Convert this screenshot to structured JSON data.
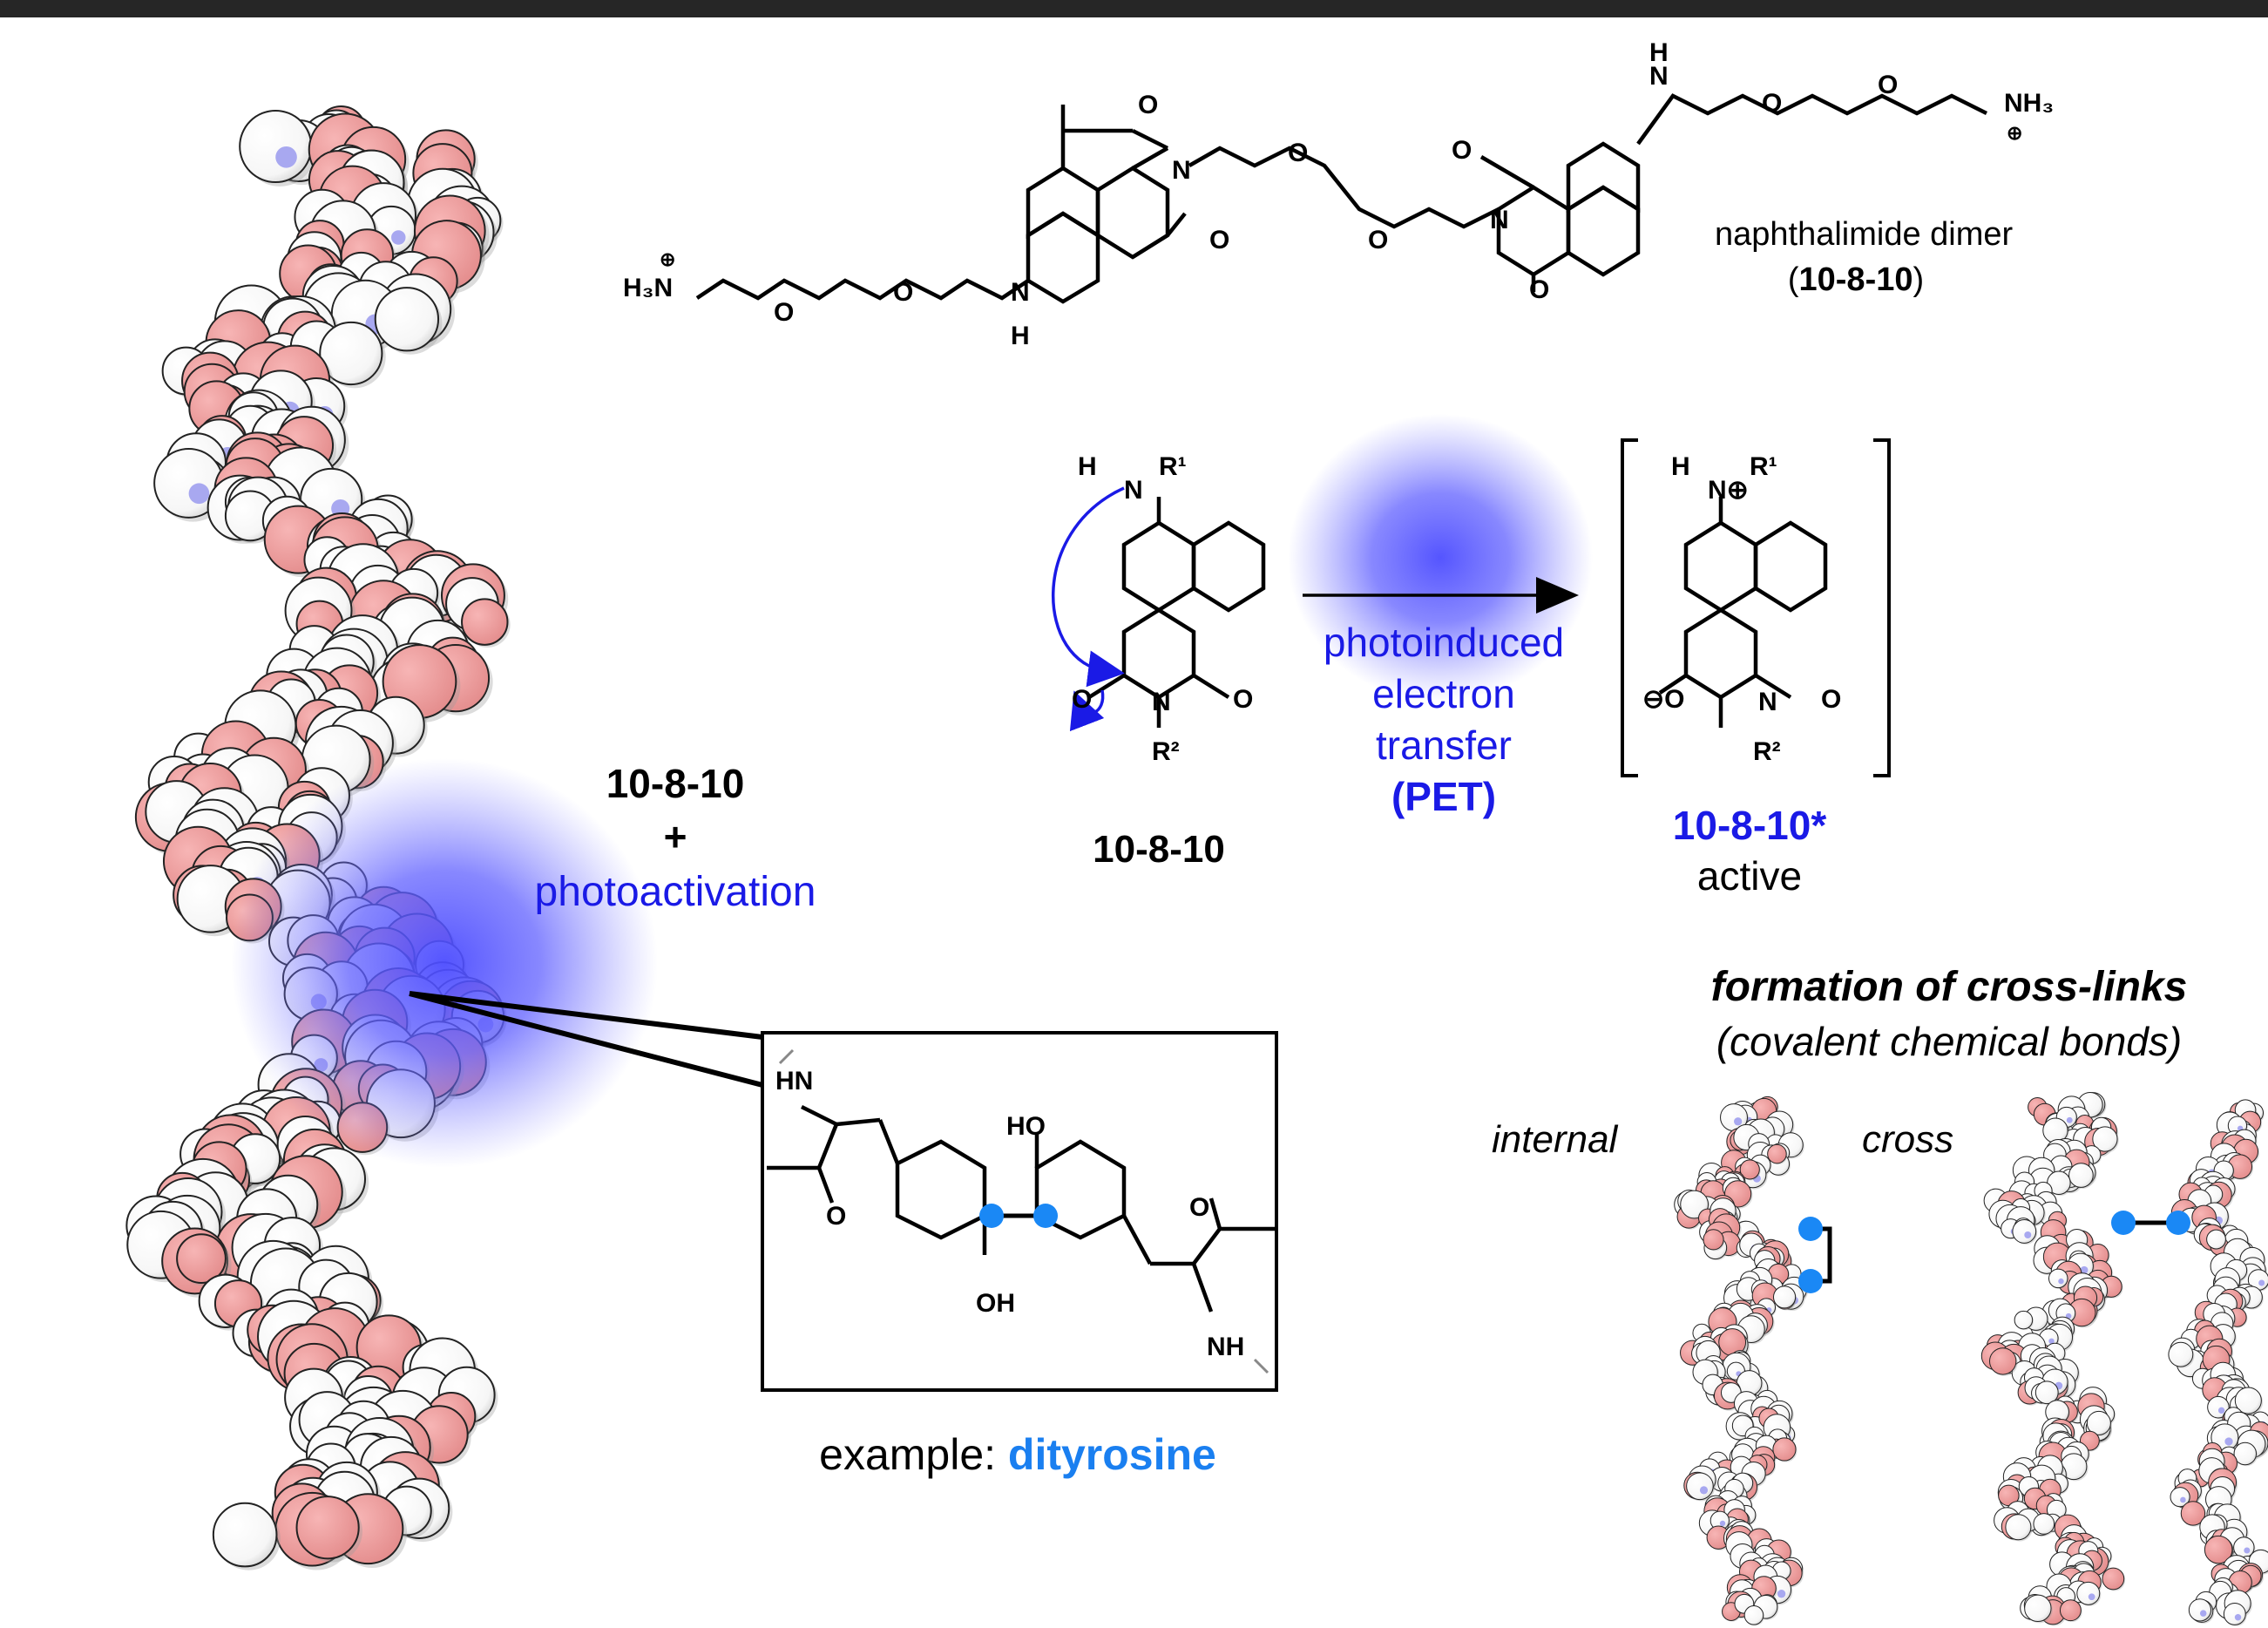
{
  "dimer": {
    "name": "naphthalimide dimer",
    "code_open": "(",
    "code": "10-8-10",
    "code_close": ")",
    "atoms": {
      "o": "O",
      "n": "N",
      "h": "H",
      "nh": "N",
      "nh_h": "H",
      "h3n": "H₃N",
      "nh3": "NH₃",
      "plus": "⊕"
    }
  },
  "reaction": {
    "reactant_label": "10-8-10",
    "arrow_label": [
      "photoinduced",
      "electron",
      "transfer",
      "(PET)"
    ],
    "product_label": "10-8-10*",
    "product_caption": "active",
    "atoms": {
      "h": "H",
      "n": "N",
      "r1": "R¹",
      "r2": "R²",
      "o": "O",
      "o_minus": "⊖O",
      "n_plus": "N⊕"
    }
  },
  "activation": {
    "line1": "10-8-10",
    "line2": "+",
    "line3": "photoactivation"
  },
  "dityrosine": {
    "atoms": {
      "hn": "HN",
      "o": "O",
      "ho": "HO",
      "oh": "OH",
      "nh": "NH"
    },
    "caption_prefix": "example: ",
    "caption_name": "dityrosine"
  },
  "crosslinks": {
    "title": "formation of cross-links",
    "subtitle": "(covalent chemical bonds)",
    "internal_label": "internal",
    "cross_label": "cross"
  },
  "colors": {
    "glow": "#5a5aff",
    "pet_text": "#1a1ae6",
    "dityrosine": "#1a7ff0",
    "crosslink_dot": "#1a88f5",
    "sphere_pink": "#f0a0a0",
    "sphere_white": "#fbfbfb",
    "sphere_blue": "#a0a0f0",
    "top_bar": "#262626"
  }
}
